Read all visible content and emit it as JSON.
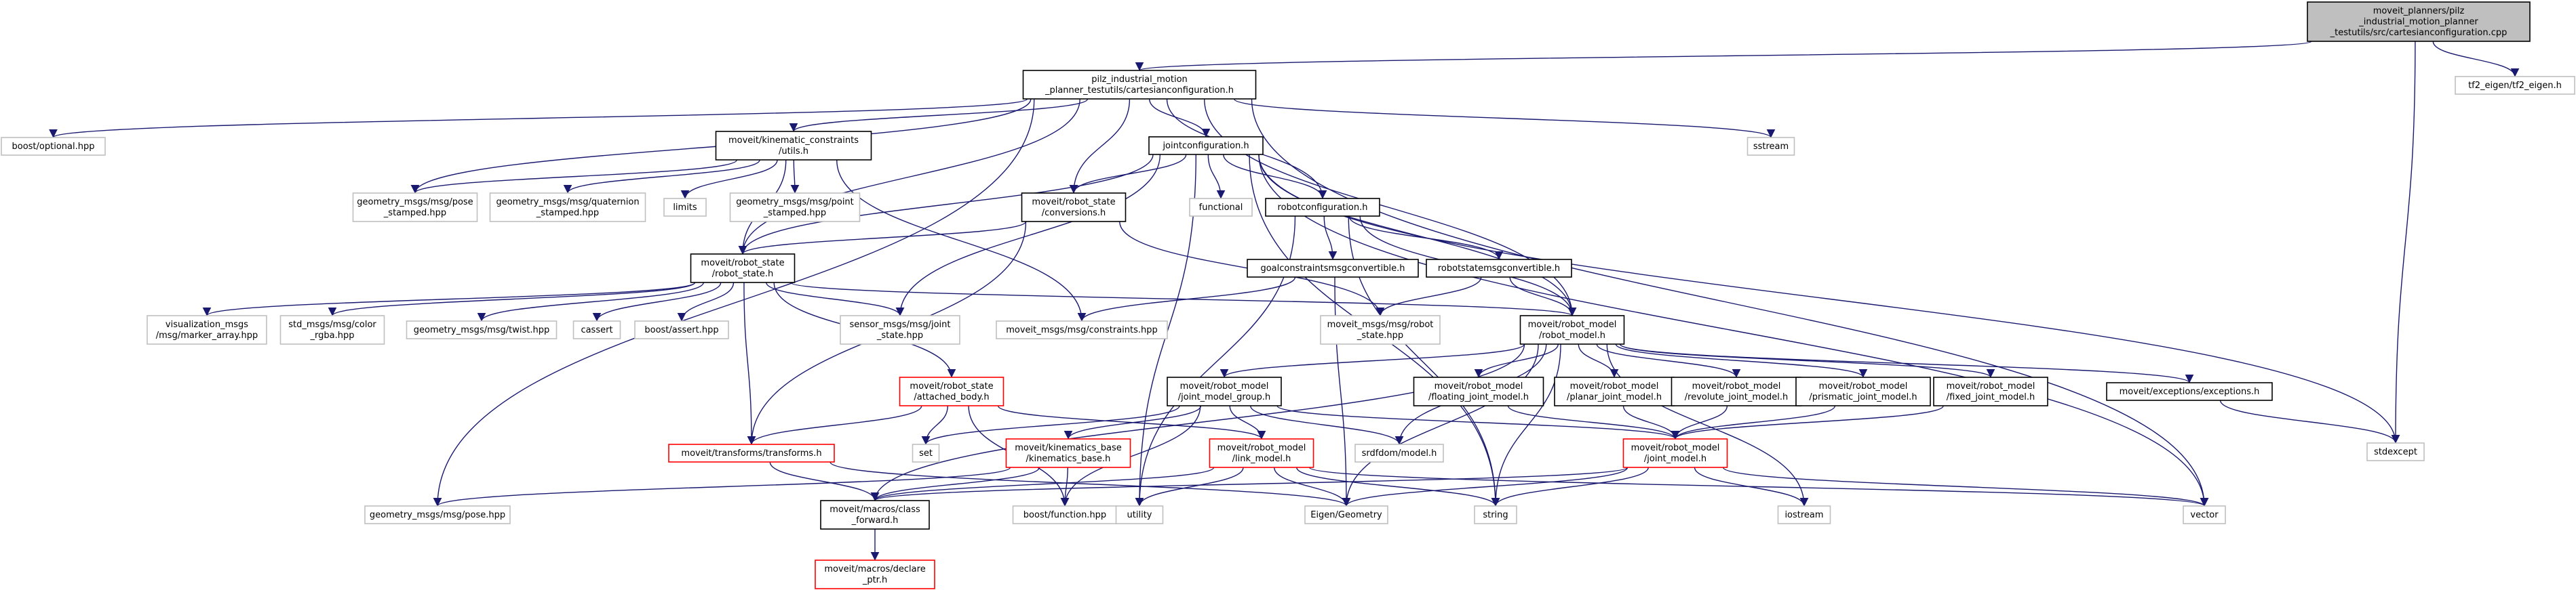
{
  "colors": {
    "edge": "#191970",
    "border_default": "#000000",
    "border_external": "#bfbfbf",
    "border_incomplete": "#ff0000",
    "fill_root": "#bfbfbf",
    "fill_default": "#ffffff",
    "text": "#000000",
    "text_external": "#404040"
  },
  "nodes": [
    {
      "id": "root",
      "lines": [
        "moveit_planners/pilz",
        "_industrial_motion_planner",
        "_testutils/src/cartesianconfiguration.cpp"
      ],
      "kind": "root"
    },
    {
      "id": "cart_h",
      "lines": [
        "pilz_industrial_motion",
        "_planner_testutils/cartesianconfiguration.h"
      ],
      "kind": "normal"
    },
    {
      "id": "tf2",
      "lines": [
        "tf2_eigen/tf2_eigen.h"
      ],
      "kind": "external"
    },
    {
      "id": "boost_opt",
      "lines": [
        "boost/optional.hpp"
      ],
      "kind": "external"
    },
    {
      "id": "kin_utils",
      "lines": [
        "moveit/kinematic_constraints",
        "/utils.h"
      ],
      "kind": "normal"
    },
    {
      "id": "jointconf",
      "lines": [
        "jointconfiguration.h"
      ],
      "kind": "normal"
    },
    {
      "id": "sstream",
      "lines": [
        "sstream"
      ],
      "kind": "external"
    },
    {
      "id": "pose_stamped",
      "lines": [
        "geometry_msgs/msg/pose",
        "_stamped.hpp"
      ],
      "kind": "external"
    },
    {
      "id": "quat_stamped",
      "lines": [
        "geometry_msgs/msg/quaternion",
        "_stamped.hpp"
      ],
      "kind": "external"
    },
    {
      "id": "limits",
      "lines": [
        "limits"
      ],
      "kind": "external"
    },
    {
      "id": "point_stamped",
      "lines": [
        "geometry_msgs/msg/point",
        "_stamped.hpp"
      ],
      "kind": "external"
    },
    {
      "id": "rs_conv",
      "lines": [
        "moveit/robot_state",
        "/conversions.h"
      ],
      "kind": "normal"
    },
    {
      "id": "functional",
      "lines": [
        "functional"
      ],
      "kind": "external"
    },
    {
      "id": "robotconf",
      "lines": [
        "robotconfiguration.h"
      ],
      "kind": "normal"
    },
    {
      "id": "robot_state",
      "lines": [
        "moveit/robot_state",
        "/robot_state.h"
      ],
      "kind": "normal"
    },
    {
      "id": "goalconv",
      "lines": [
        "goalconstraintsmsgconvertible.h"
      ],
      "kind": "normal"
    },
    {
      "id": "rsconv",
      "lines": [
        "robotstatemsgconvertible.h"
      ],
      "kind": "normal"
    },
    {
      "id": "viz",
      "lines": [
        "visualization_msgs",
        "/msg/marker_array.hpp"
      ],
      "kind": "external"
    },
    {
      "id": "colorrgba",
      "lines": [
        "std_msgs/msg/color",
        "_rgba.hpp"
      ],
      "kind": "external"
    },
    {
      "id": "twist",
      "lines": [
        "geometry_msgs/msg/twist.hpp"
      ],
      "kind": "external"
    },
    {
      "id": "cassert",
      "lines": [
        "cassert"
      ],
      "kind": "external"
    },
    {
      "id": "bassert",
      "lines": [
        "boost/assert.hpp"
      ],
      "kind": "external"
    },
    {
      "id": "joint_state",
      "lines": [
        "sensor_msgs/msg/joint",
        "_state.hpp"
      ],
      "kind": "external"
    },
    {
      "id": "constraints",
      "lines": [
        "moveit_msgs/msg/constraints.hpp"
      ],
      "kind": "external"
    },
    {
      "id": "robot_state_msg",
      "lines": [
        "moveit_msgs/msg/robot",
        "_state.hpp"
      ],
      "kind": "external"
    },
    {
      "id": "robot_model",
      "lines": [
        "moveit/robot_model",
        "/robot_model.h"
      ],
      "kind": "normal"
    },
    {
      "id": "stdexcept",
      "lines": [
        "stdexcept"
      ],
      "kind": "external"
    },
    {
      "id": "vector",
      "lines": [
        "vector"
      ],
      "kind": "external"
    },
    {
      "id": "attached",
      "lines": [
        "moveit/robot_state",
        "/attached_body.h"
      ],
      "kind": "incomplete"
    },
    {
      "id": "jmg",
      "lines": [
        "moveit/robot_model",
        "/joint_model_group.h"
      ],
      "kind": "normal"
    },
    {
      "id": "floating",
      "lines": [
        "moveit/robot_model",
        "/floating_joint_model.h"
      ],
      "kind": "normal"
    },
    {
      "id": "planar",
      "lines": [
        "moveit/robot_model",
        "/planar_joint_model.h"
      ],
      "kind": "normal"
    },
    {
      "id": "revolute",
      "lines": [
        "moveit/robot_model",
        "/revolute_joint_model.h"
      ],
      "kind": "normal"
    },
    {
      "id": "prismatic",
      "lines": [
        "moveit/robot_model",
        "/prismatic_joint_model.h"
      ],
      "kind": "normal"
    },
    {
      "id": "fixed",
      "lines": [
        "moveit/robot_model",
        "/fixed_joint_model.h"
      ],
      "kind": "normal"
    },
    {
      "id": "exceptions",
      "lines": [
        "moveit/exceptions/exceptions.h"
      ],
      "kind": "normal"
    },
    {
      "id": "transforms",
      "lines": [
        "moveit/transforms/transforms.h"
      ],
      "kind": "incomplete"
    },
    {
      "id": "set",
      "lines": [
        "set"
      ],
      "kind": "external"
    },
    {
      "id": "kin_base",
      "lines": [
        "moveit/kinematics_base",
        "/kinematics_base.h"
      ],
      "kind": "incomplete"
    },
    {
      "id": "link_model",
      "lines": [
        "moveit/robot_model",
        "/link_model.h"
      ],
      "kind": "incomplete"
    },
    {
      "id": "srdfdom",
      "lines": [
        "srdfdom/model.h"
      ],
      "kind": "external"
    },
    {
      "id": "joint_model",
      "lines": [
        "moveit/robot_model",
        "/joint_model.h"
      ],
      "kind": "incomplete"
    },
    {
      "id": "pose",
      "lines": [
        "geometry_msgs/msg/pose.hpp"
      ],
      "kind": "external"
    },
    {
      "id": "class_fwd",
      "lines": [
        "moveit/macros/class",
        "_forward.h"
      ],
      "kind": "normal"
    },
    {
      "id": "bfunction",
      "lines": [
        "boost/function.hpp"
      ],
      "kind": "external"
    },
    {
      "id": "utility",
      "lines": [
        "utility"
      ],
      "kind": "external"
    },
    {
      "id": "eigen",
      "lines": [
        "Eigen/Geometry"
      ],
      "kind": "external"
    },
    {
      "id": "string",
      "lines": [
        "string"
      ],
      "kind": "external"
    },
    {
      "id": "iostream",
      "lines": [
        "iostream"
      ],
      "kind": "external"
    },
    {
      "id": "declare_ptr",
      "lines": [
        "moveit/macros/declare",
        "_ptr.h"
      ],
      "kind": "incomplete"
    }
  ],
  "edges": [
    [
      "root",
      "cart_h"
    ],
    [
      "root",
      "tf2"
    ],
    [
      "root",
      "stdexcept"
    ],
    [
      "cart_h",
      "boost_opt"
    ],
    [
      "cart_h",
      "kin_utils"
    ],
    [
      "cart_h",
      "pose_stamped"
    ],
    [
      "cart_h",
      "jointconf"
    ],
    [
      "cart_h",
      "sstream"
    ],
    [
      "cart_h",
      "rs_conv"
    ],
    [
      "cart_h",
      "robotconf"
    ],
    [
      "cart_h",
      "robot_state"
    ],
    [
      "cart_h",
      "robot_model"
    ],
    [
      "cart_h",
      "vector"
    ],
    [
      "cart_h",
      "pose"
    ],
    [
      "kin_utils",
      "pose_stamped"
    ],
    [
      "kin_utils",
      "quat_stamped"
    ],
    [
      "kin_utils",
      "limits"
    ],
    [
      "kin_utils",
      "point_stamped"
    ],
    [
      "kin_utils",
      "robot_state"
    ],
    [
      "kin_utils",
      "constraints"
    ],
    [
      "jointconf",
      "rs_conv"
    ],
    [
      "jointconf",
      "functional"
    ],
    [
      "jointconf",
      "robotconf"
    ],
    [
      "jointconf",
      "robot_state"
    ],
    [
      "jointconf",
      "joint_state"
    ],
    [
      "jointconf",
      "utility"
    ],
    [
      "jointconf",
      "string"
    ],
    [
      "jointconf",
      "stdexcept"
    ],
    [
      "jointconf",
      "vector"
    ],
    [
      "jointconf",
      "robot_model"
    ],
    [
      "rs_conv",
      "robot_state"
    ],
    [
      "rs_conv",
      "robot_state_msg"
    ],
    [
      "rs_conv",
      "transforms"
    ],
    [
      "robotconf",
      "goalconv"
    ],
    [
      "robotconf",
      "rsconv"
    ],
    [
      "robotconf",
      "robot_model"
    ],
    [
      "robotconf",
      "string"
    ],
    [
      "robotconf",
      "utility"
    ],
    [
      "goalconv",
      "constraints"
    ],
    [
      "goalconv",
      "eigen"
    ],
    [
      "rsconv",
      "robot_state_msg"
    ],
    [
      "rsconv",
      "robot_model"
    ],
    [
      "robot_state",
      "viz"
    ],
    [
      "robot_state",
      "colorrgba"
    ],
    [
      "robot_state",
      "twist"
    ],
    [
      "robot_state",
      "cassert"
    ],
    [
      "robot_state",
      "bassert"
    ],
    [
      "robot_state",
      "joint_state"
    ],
    [
      "robot_state",
      "robot_model"
    ],
    [
      "robot_state",
      "attached"
    ],
    [
      "robot_state",
      "transforms"
    ],
    [
      "robot_model",
      "jmg"
    ],
    [
      "robot_model",
      "floating"
    ],
    [
      "robot_model",
      "planar"
    ],
    [
      "robot_model",
      "revolute"
    ],
    [
      "robot_model",
      "prismatic"
    ],
    [
      "robot_model",
      "fixed"
    ],
    [
      "robot_model",
      "exceptions"
    ],
    [
      "robot_model",
      "srdfdom"
    ],
    [
      "robot_model",
      "class_fwd"
    ],
    [
      "robot_model",
      "eigen"
    ],
    [
      "robot_model",
      "iostream"
    ],
    [
      "robot_model",
      "string"
    ],
    [
      "attached",
      "transforms"
    ],
    [
      "attached",
      "set"
    ],
    [
      "attached",
      "link_model"
    ],
    [
      "attached",
      "bfunction"
    ],
    [
      "jmg",
      "set"
    ],
    [
      "jmg",
      "kin_base"
    ],
    [
      "jmg",
      "link_model"
    ],
    [
      "jmg",
      "srdfdom"
    ],
    [
      "jmg",
      "joint_model"
    ],
    [
      "jmg",
      "bfunction"
    ],
    [
      "floating",
      "joint_model"
    ],
    [
      "planar",
      "joint_model"
    ],
    [
      "revolute",
      "joint_model"
    ],
    [
      "prismatic",
      "joint_model"
    ],
    [
      "fixed",
      "joint_model"
    ],
    [
      "exceptions",
      "stdexcept"
    ],
    [
      "transforms",
      "class_fwd"
    ],
    [
      "transforms",
      "eigen"
    ],
    [
      "kin_base",
      "pose"
    ],
    [
      "kin_base",
      "class_fwd"
    ],
    [
      "kin_base",
      "bfunction"
    ],
    [
      "link_model",
      "class_fwd"
    ],
    [
      "link_model",
      "utility"
    ],
    [
      "link_model",
      "eigen"
    ],
    [
      "link_model",
      "string"
    ],
    [
      "link_model",
      "vector"
    ],
    [
      "joint_model",
      "eigen"
    ],
    [
      "joint_model",
      "string"
    ],
    [
      "joint_model",
      "iostream"
    ],
    [
      "joint_model",
      "vector"
    ],
    [
      "joint_model",
      "class_fwd"
    ],
    [
      "class_fwd",
      "declare_ptr"
    ]
  ]
}
